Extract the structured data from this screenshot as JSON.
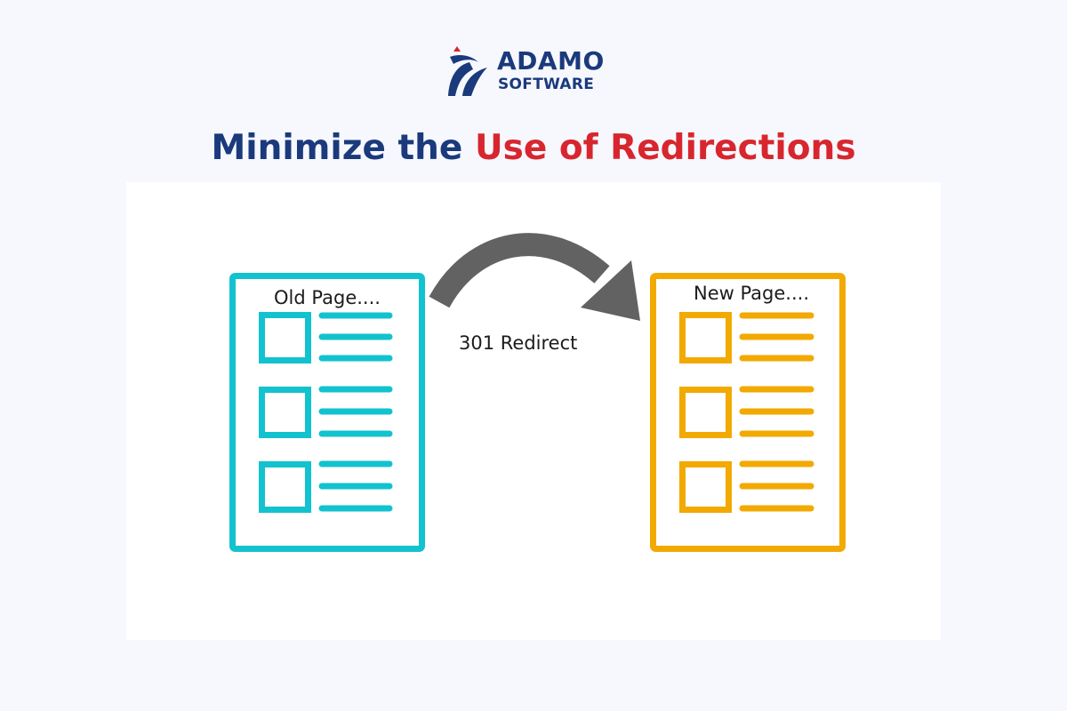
{
  "brand": {
    "line_1": "ADAMO",
    "line_2": "SOFTWARE",
    "colors": {
      "navy": "#1a3a7c",
      "red": "#d8262f"
    }
  },
  "heading": {
    "part_1": "Minimize the",
    "part_2": "Use of Redirections"
  },
  "diagram": {
    "old_page": {
      "label": "Old Page....",
      "color": "#12c2cf",
      "rows": 3
    },
    "new_page": {
      "label": "New Page....",
      "color": "#f2a900",
      "rows": 3
    },
    "arrow": {
      "label": "301 Redirect",
      "color": "#626262"
    }
  }
}
